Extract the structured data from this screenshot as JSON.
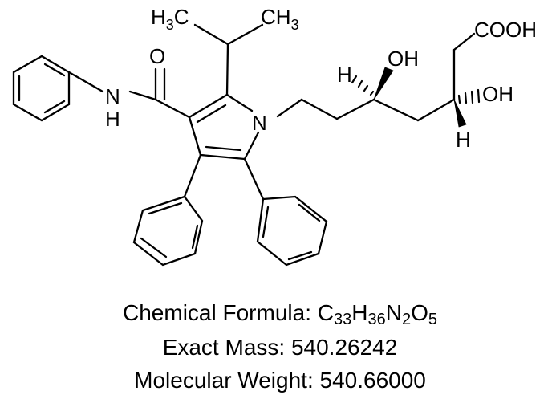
{
  "labels": {
    "methyl": "H",
    "three": "3",
    "carbon": "C",
    "oxygen": "O",
    "nitrogen": "N",
    "hydrogen": "H",
    "hydroxyl": "OH",
    "carboxyl": "COOH"
  },
  "formula": {
    "prefix": "Chemical Formula: ",
    "parts": [
      {
        "text": "C",
        "sub": "33"
      },
      {
        "text": "H",
        "sub": "36"
      },
      {
        "text": "N",
        "sub": "2"
      },
      {
        "text": "O",
        "sub": "5"
      }
    ]
  },
  "exact_mass": "Exact Mass: 540.26242",
  "molecular_weight": "Molecular Weight: 540.66000"
}
